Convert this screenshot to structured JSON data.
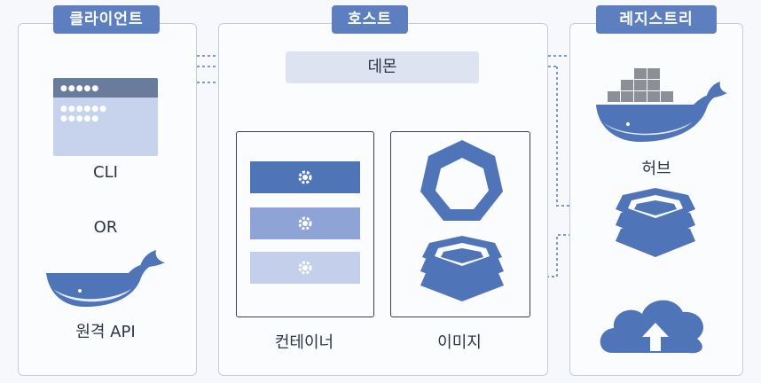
{
  "tags": {
    "client": "클라이언트",
    "host": "호스트",
    "registry": "레지스트리"
  },
  "daemon": "데몬",
  "client": {
    "cli": "CLI",
    "or": "OR",
    "remote_api": "원격 API"
  },
  "host": {
    "containers": "컨테이너",
    "images": "이미지"
  },
  "registry": {
    "hub": "허브"
  },
  "colors": {
    "accent": "#5d7fbf",
    "icon_blue": "#4f74b8",
    "light_blue": "#aab8dc",
    "daemon_bg": "#dde3f1"
  }
}
